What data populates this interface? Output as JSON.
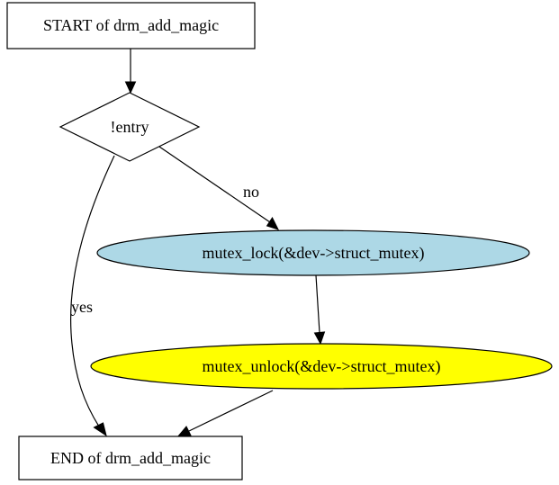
{
  "nodes": {
    "start": {
      "label": "START of drm_add_magic"
    },
    "decision": {
      "label": "!entry"
    },
    "lock": {
      "label": "mutex_lock(&dev->struct_mutex)",
      "fill": "#add8e6"
    },
    "unlock": {
      "label": "mutex_unlock(&dev->struct_mutex)",
      "fill": "#ffff00"
    },
    "end": {
      "label": "END of drm_add_magic"
    }
  },
  "edges": {
    "start_to_decision": {
      "label": ""
    },
    "decision_no": {
      "label": "no"
    },
    "decision_yes": {
      "label": "yes"
    },
    "lock_to_unlock": {
      "label": ""
    },
    "unlock_to_end": {
      "label": ""
    }
  }
}
